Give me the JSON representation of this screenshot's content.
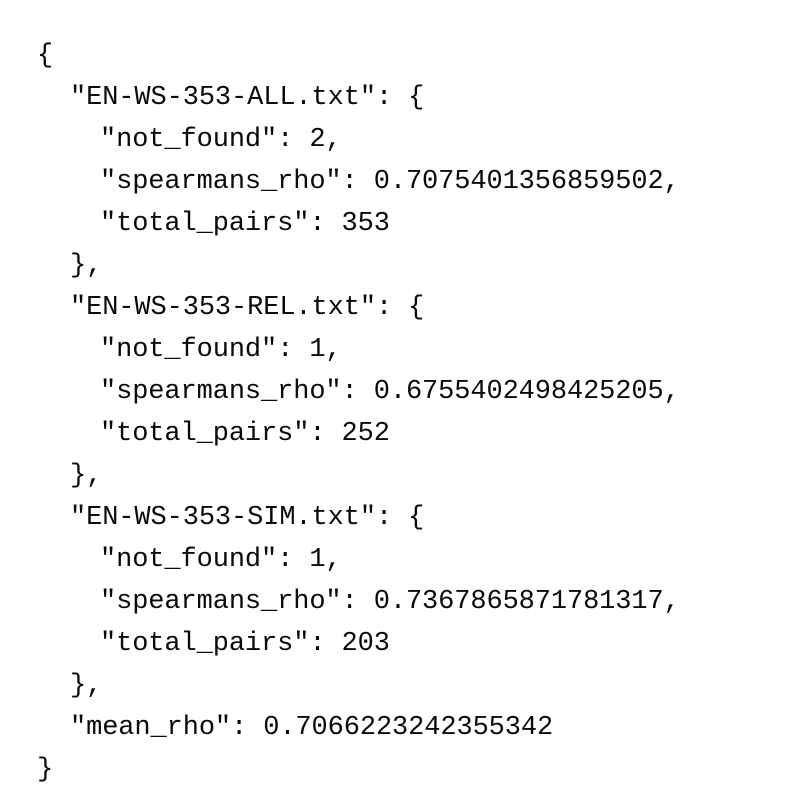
{
  "document": {
    "kind": "json-output",
    "background_color": "#ffffff",
    "text_color": "#000000",
    "lines": [
      {
        "indent": 0,
        "text": "{"
      },
      {
        "indent": 1,
        "text": "\"EN-WS-353-ALL.txt\": {"
      },
      {
        "indent": 2,
        "text": "\"not_found\": 2,"
      },
      {
        "indent": 2,
        "text": "\"spearmans_rho\": 0.7075401356859502,"
      },
      {
        "indent": 2,
        "text": "\"total_pairs\": 353"
      },
      {
        "indent": 1,
        "text": "},"
      },
      {
        "indent": 1,
        "text": "\"EN-WS-353-REL.txt\": {"
      },
      {
        "indent": 2,
        "text": "\"not_found\": 1,"
      },
      {
        "indent": 2,
        "text": "\"spearmans_rho\": 0.6755402498425205,"
      },
      {
        "indent": 2,
        "text": "\"total_pairs\": 252"
      },
      {
        "indent": 1,
        "text": "},"
      },
      {
        "indent": 1,
        "text": "\"EN-WS-353-SIM.txt\": {"
      },
      {
        "indent": 2,
        "text": "\"not_found\": 1,"
      },
      {
        "indent": 2,
        "text": "\"spearmans_rho\": 0.7367865871781317,"
      },
      {
        "indent": 2,
        "text": "\"total_pairs\": 203"
      },
      {
        "indent": 1,
        "text": "},"
      },
      {
        "indent": 1,
        "text": "\"mean_rho\": 0.7066223242355342"
      },
      {
        "indent": 0,
        "text": "}"
      }
    ],
    "parsed": {
      "EN-WS-353-ALL.txt": {
        "not_found": 2,
        "spearmans_rho": 0.7075401356859502,
        "total_pairs": 353
      },
      "EN-WS-353-REL.txt": {
        "not_found": 1,
        "spearmans_rho": 0.6755402498425205,
        "total_pairs": 252
      },
      "EN-WS-353-SIM.txt": {
        "not_found": 1,
        "spearmans_rho": 0.7367865871781317,
        "total_pairs": 203
      },
      "mean_rho": 0.7066223242355342
    }
  }
}
